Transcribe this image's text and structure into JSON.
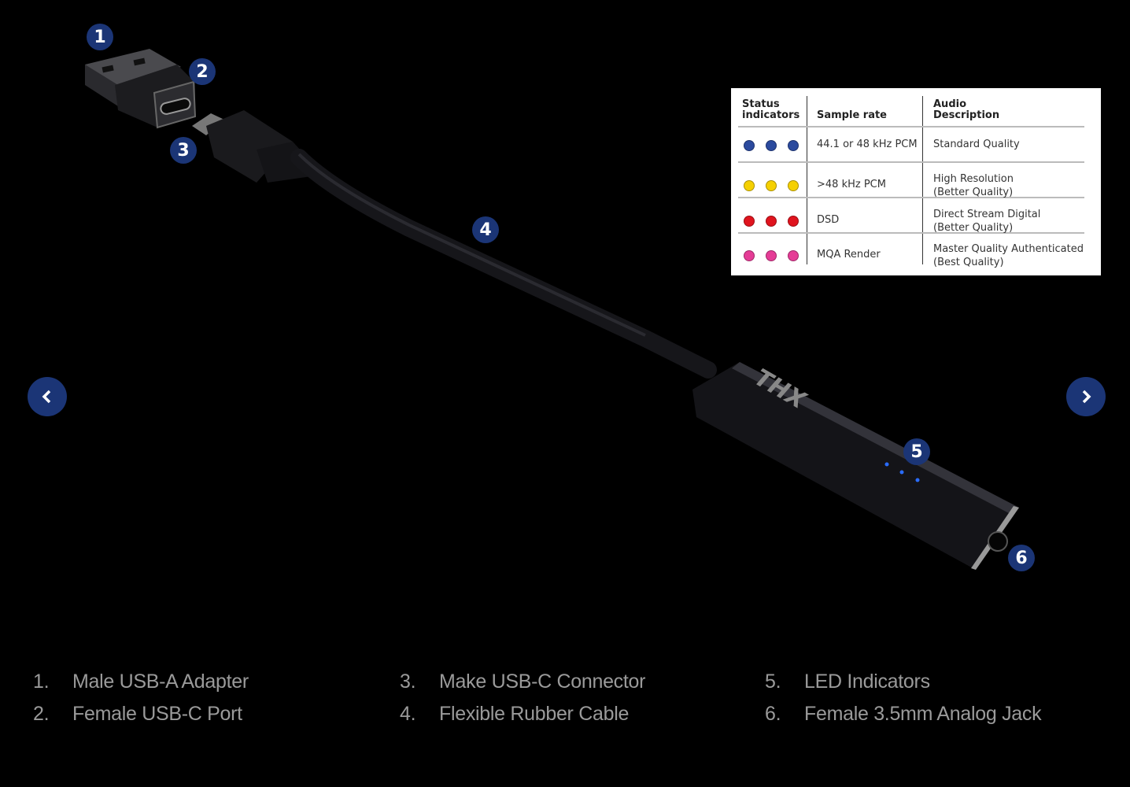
{
  "callouts": [
    "1",
    "2",
    "3",
    "4",
    "5",
    "6"
  ],
  "brand_logo": "THX",
  "table": {
    "headers": [
      "Status\nindicators",
      "Sample rate",
      "Audio\nDescription"
    ],
    "rows": [
      {
        "color": "#2b4a9e",
        "sample_rate": "44.1 or 48 kHz PCM",
        "desc1": "Standard Quality",
        "desc2": ""
      },
      {
        "color": "#f5d000",
        "sample_rate": ">48 kHz PCM",
        "desc1": "High Resolution",
        "desc2": "(Better Quality)"
      },
      {
        "color": "#e0141e",
        "sample_rate": "DSD",
        "desc1": "Direct Stream Digital",
        "desc2": "(Better Quality)"
      },
      {
        "color": "#e53c96",
        "sample_rate": "MQA Render",
        "desc1": "Master Quality Authenticated",
        "desc2": "(Best Quality)"
      }
    ]
  },
  "legend": [
    {
      "num": "1.",
      "label": "Male USB-A Adapter"
    },
    {
      "num": "2.",
      "label": "Female USB-C Port"
    },
    {
      "num": "3.",
      "label": "Make USB-C Connector"
    },
    {
      "num": "4.",
      "label": "Flexible Rubber Cable"
    },
    {
      "num": "5.",
      "label": "LED Indicators"
    },
    {
      "num": "6.",
      "label": "Female 3.5mm Analog Jack"
    }
  ],
  "nav": {
    "prev_icon": "chevron-left-icon",
    "next_icon": "chevron-right-icon"
  }
}
